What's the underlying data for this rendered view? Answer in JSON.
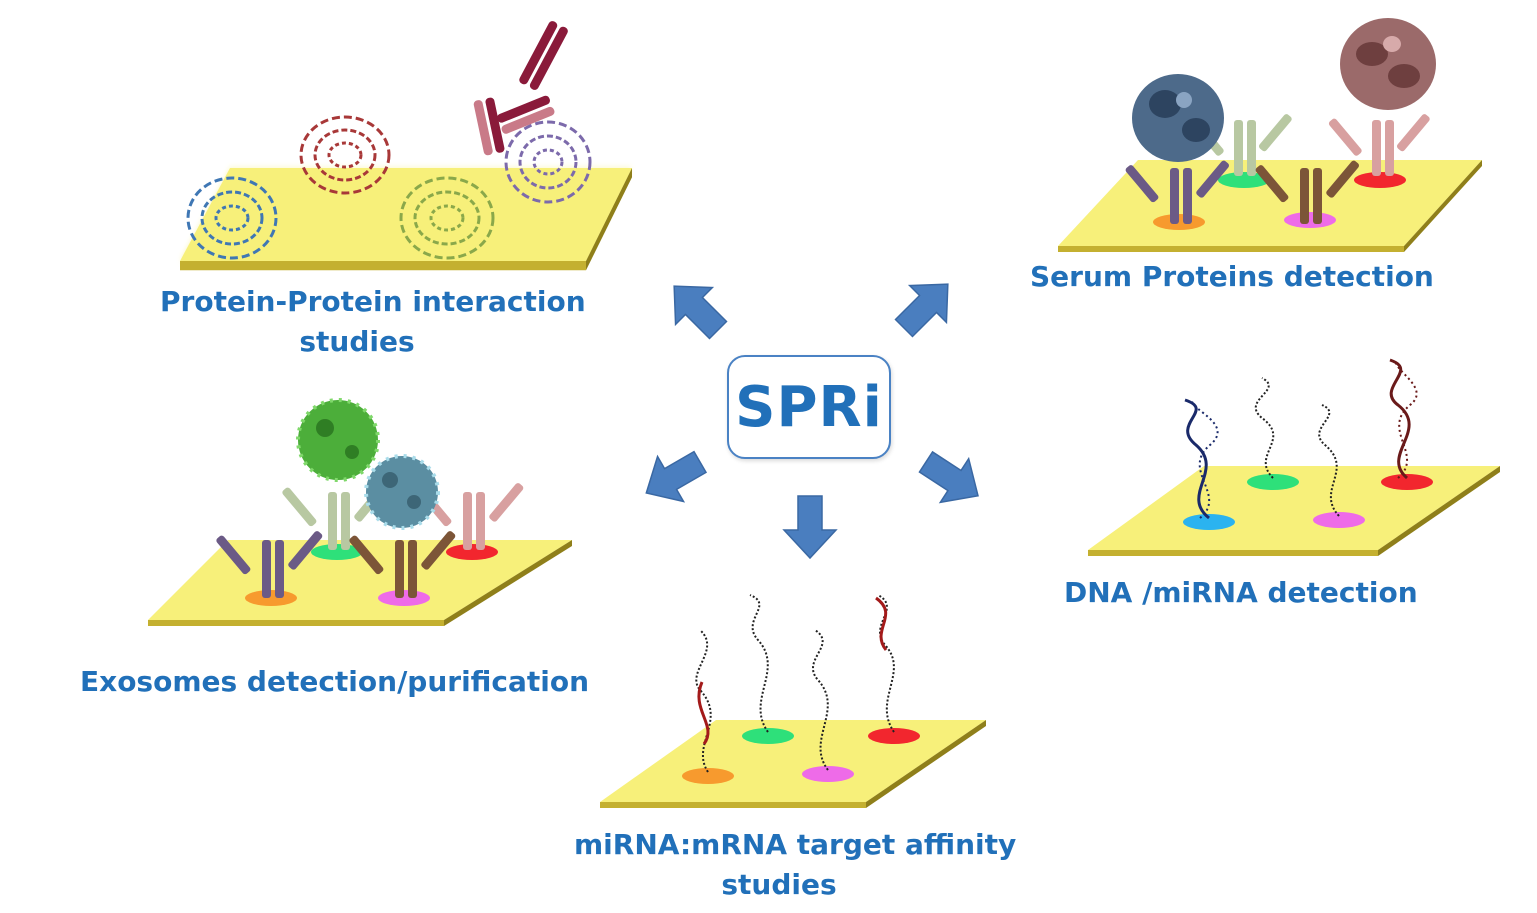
{
  "center": {
    "label": "SPRi"
  },
  "captions": {
    "protein_line1": "Protein-Protein interaction",
    "protein_line2": "studies",
    "serum": "Serum Proteins detection",
    "exosomes": "Exosomes detection/purification",
    "dna": "DNA /miRNA detection",
    "mirna_line1": "miRNA:mRNA target affinity",
    "mirna_line2": "studies"
  },
  "colors": {
    "text": "#2170b9",
    "arrow": "#4a7ebf",
    "chip": "#f7f07a",
    "chip_edge": "#b5a42a",
    "spot_orange": "#f79a2e",
    "spot_green": "#2ee07a",
    "spot_magenta": "#ee6be8",
    "spot_red": "#f2262e",
    "spot_blue": "#2bb3f0"
  }
}
